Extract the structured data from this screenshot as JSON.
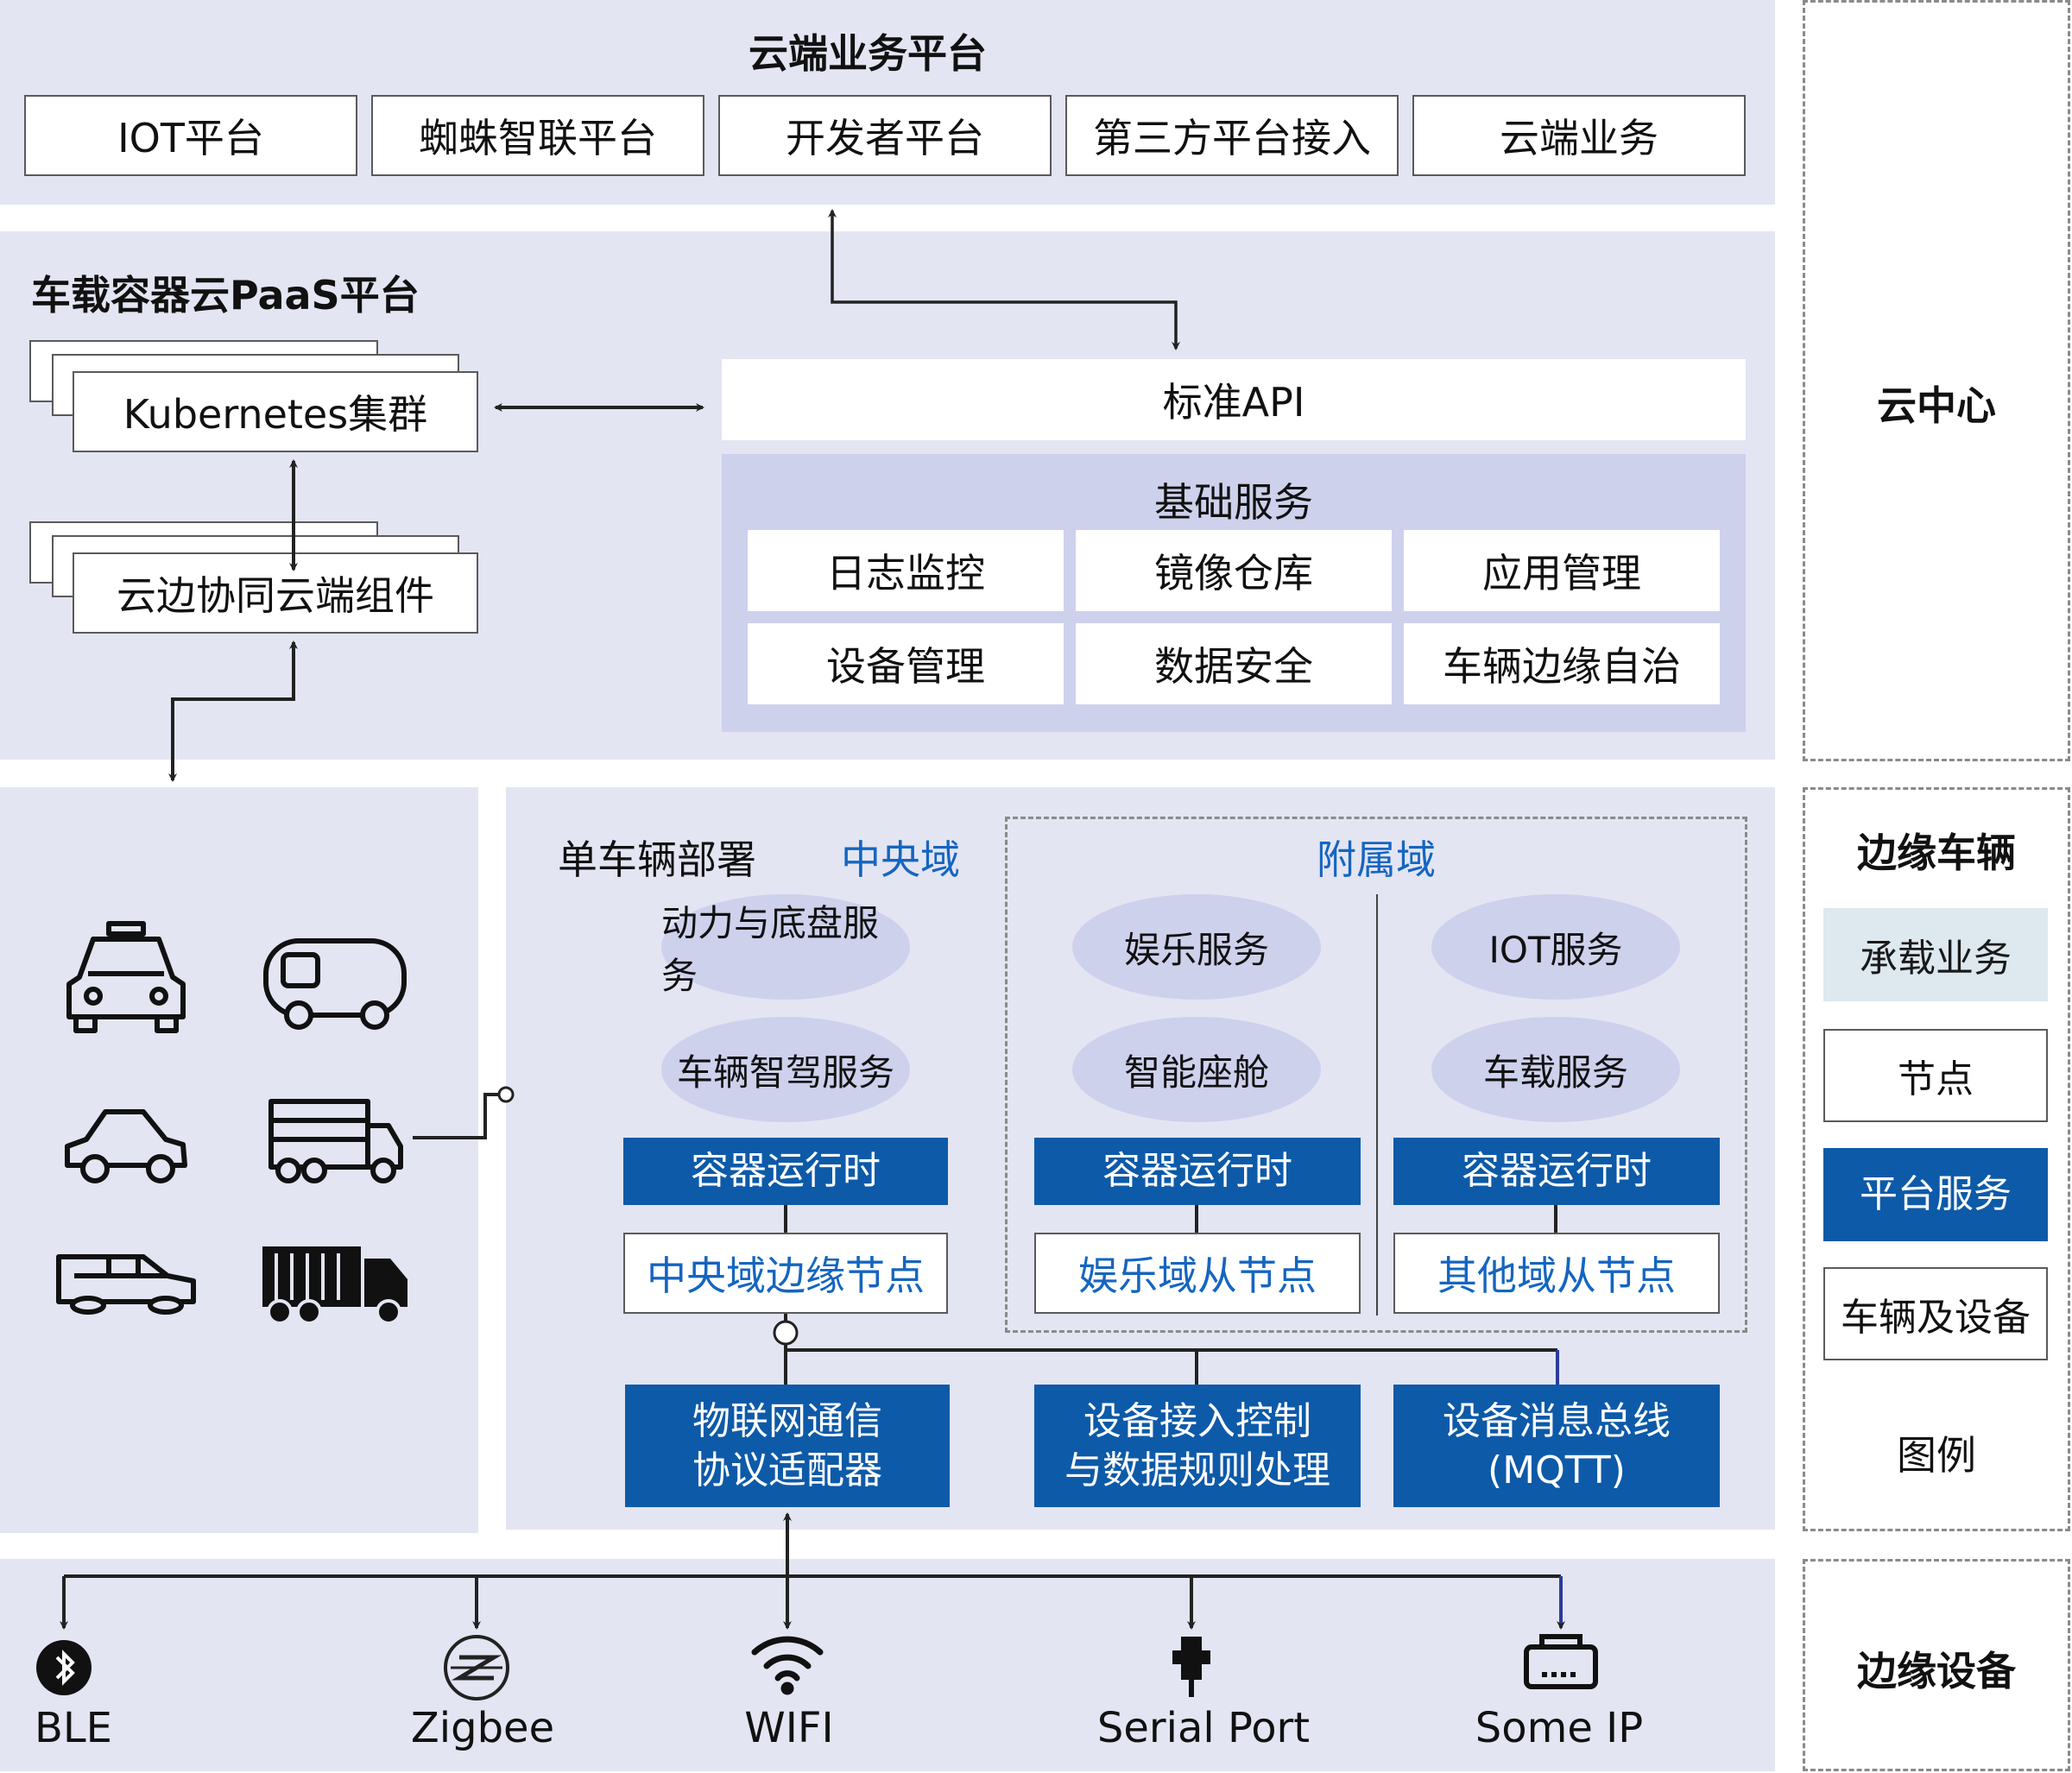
{
  "cloud_platform": {
    "title": "云端业务平台",
    "items": [
      "IOT平台",
      "蜘蛛智联平台",
      "开发者平台",
      "第三方平台接入",
      "云端业务"
    ]
  },
  "paas": {
    "title": "车载容器云PaaS平台",
    "k8s": "Kubernetes集群",
    "cloud_component": "云边协同云端组件",
    "std_api": "标准API",
    "base_services": {
      "title": "基础服务",
      "items": [
        "日志监控",
        "镜像仓库",
        "应用管理",
        "设备管理",
        "数据安全",
        "车辆边缘自治"
      ]
    }
  },
  "vehicle": {
    "title": "单车辆部署",
    "central": {
      "label": "中央域",
      "services": [
        "动力与底盘服务",
        "车辆智驾服务"
      ],
      "runtime": "容器运行时",
      "node": "中央域边缘节点"
    },
    "subsidiary": {
      "label": "附属域",
      "ent": {
        "services": [
          "娱乐服务",
          "智能座舱"
        ],
        "runtime": "容器运行时",
        "node": "娱乐域从节点"
      },
      "other": {
        "services": [
          "IOT服务",
          "车载服务"
        ],
        "runtime": "容器运行时",
        "node": "其他域从节点"
      }
    },
    "bottom": [
      {
        "line1": "物联网通信",
        "line2": "协议适配器"
      },
      {
        "line1": "设备接入控制",
        "line2": "与数据规则处理"
      },
      {
        "line1": "设备消息总线",
        "line2": "(MQTT)"
      }
    ]
  },
  "devices": [
    {
      "label": "BLE",
      "icon": "bluetooth-icon"
    },
    {
      "label": "Zigbee",
      "icon": "zigbee-icon"
    },
    {
      "label": "WIFI",
      "icon": "wifi-icon"
    },
    {
      "label": "Serial Port",
      "icon": "serial-port-icon"
    },
    {
      "label": "Some IP",
      "icon": "ethernet-port-icon"
    }
  ],
  "vehicle_icons": [
    "taxi-icon",
    "van-icon",
    "car-icon",
    "truck-icon",
    "wagon-icon",
    "container-truck-icon"
  ],
  "legend": {
    "cloud": "云中心",
    "edge_vehicle": "边缘车辆",
    "items": [
      "承载业务",
      "节点",
      "平台服务",
      "车辆及设备"
    ],
    "caption": "图例",
    "edge_device": "边缘设备"
  },
  "colors": {
    "panel": "#e3e5f2",
    "blue": "#0d5aa8",
    "ellipse": "#cdd1ec",
    "accent_text": "#1565c0",
    "legend_light": "#dde8ef"
  }
}
